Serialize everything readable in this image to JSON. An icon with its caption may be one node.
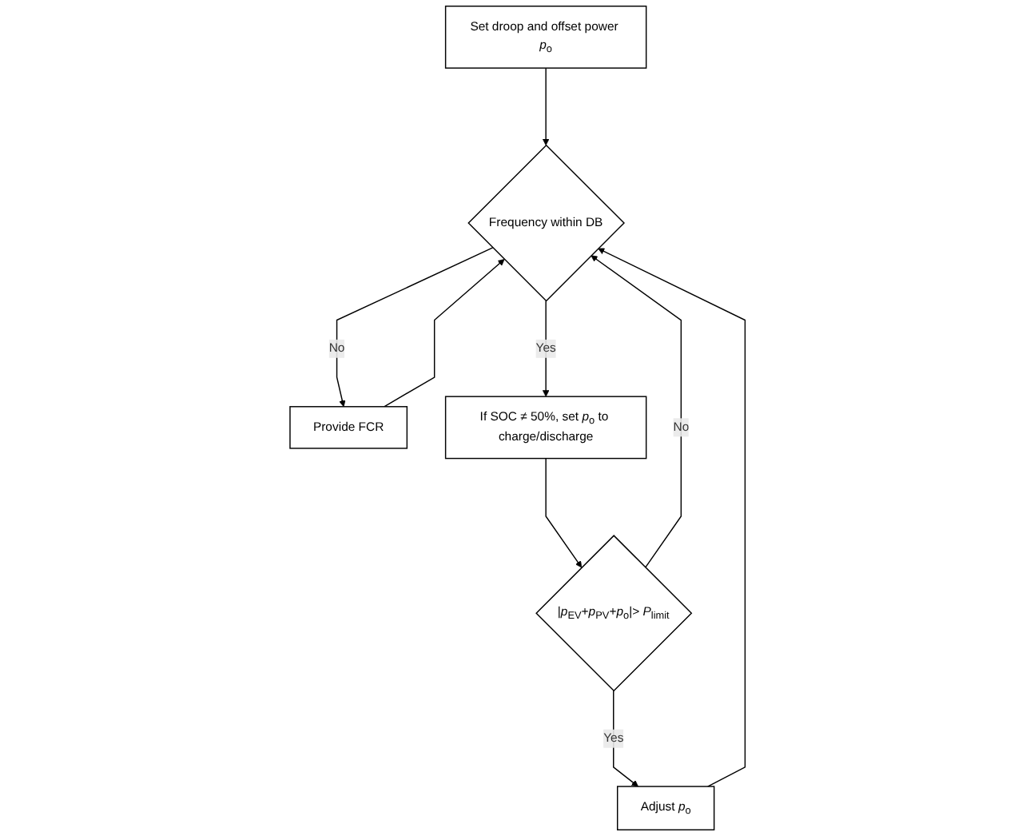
{
  "diagram": {
    "nodes": [
      {
        "text": [
          "Set droop and offset power *p*$_{o}$"
        ]
      },
      {
        "text": [
          "Frequency within DB"
        ]
      },
      {
        "text": [
          "Provide FCR"
        ]
      },
      {
        "text": [
          "If SOC ≠ 50%, set *p*$_{o}$ to charge/discharge"
        ]
      },
      {
        "text": [
          "|*p*$_{EV}$+*p*$_{PV}$+*p*$_{o}$|> *P*$_{limit}$"
        ]
      },
      {
        "text": [
          "Adjust *p*$_{o}$"
        ]
      }
    ],
    "edges": [
      {
        "from": 0,
        "to": 1,
        "arrow": "to"
      },
      {
        "from": 1,
        "to": 2,
        "arrow": "to",
        "label": "No"
      },
      {
        "from": 2,
        "to": 1,
        "arrow": "to"
      },
      {
        "from": 1,
        "to": 3,
        "arrow": "to",
        "label": "Yes"
      },
      {
        "from": 3,
        "to": 4,
        "arrow": "to"
      },
      {
        "from": 4,
        "to": 1,
        "arrow": "to",
        "label": "No"
      },
      {
        "from": 4,
        "to": 5,
        "arrow": "to",
        "label": "Yes"
      },
      {
        "from": 5,
        "to": 1,
        "arrow": "to"
      }
    ]
  }
}
